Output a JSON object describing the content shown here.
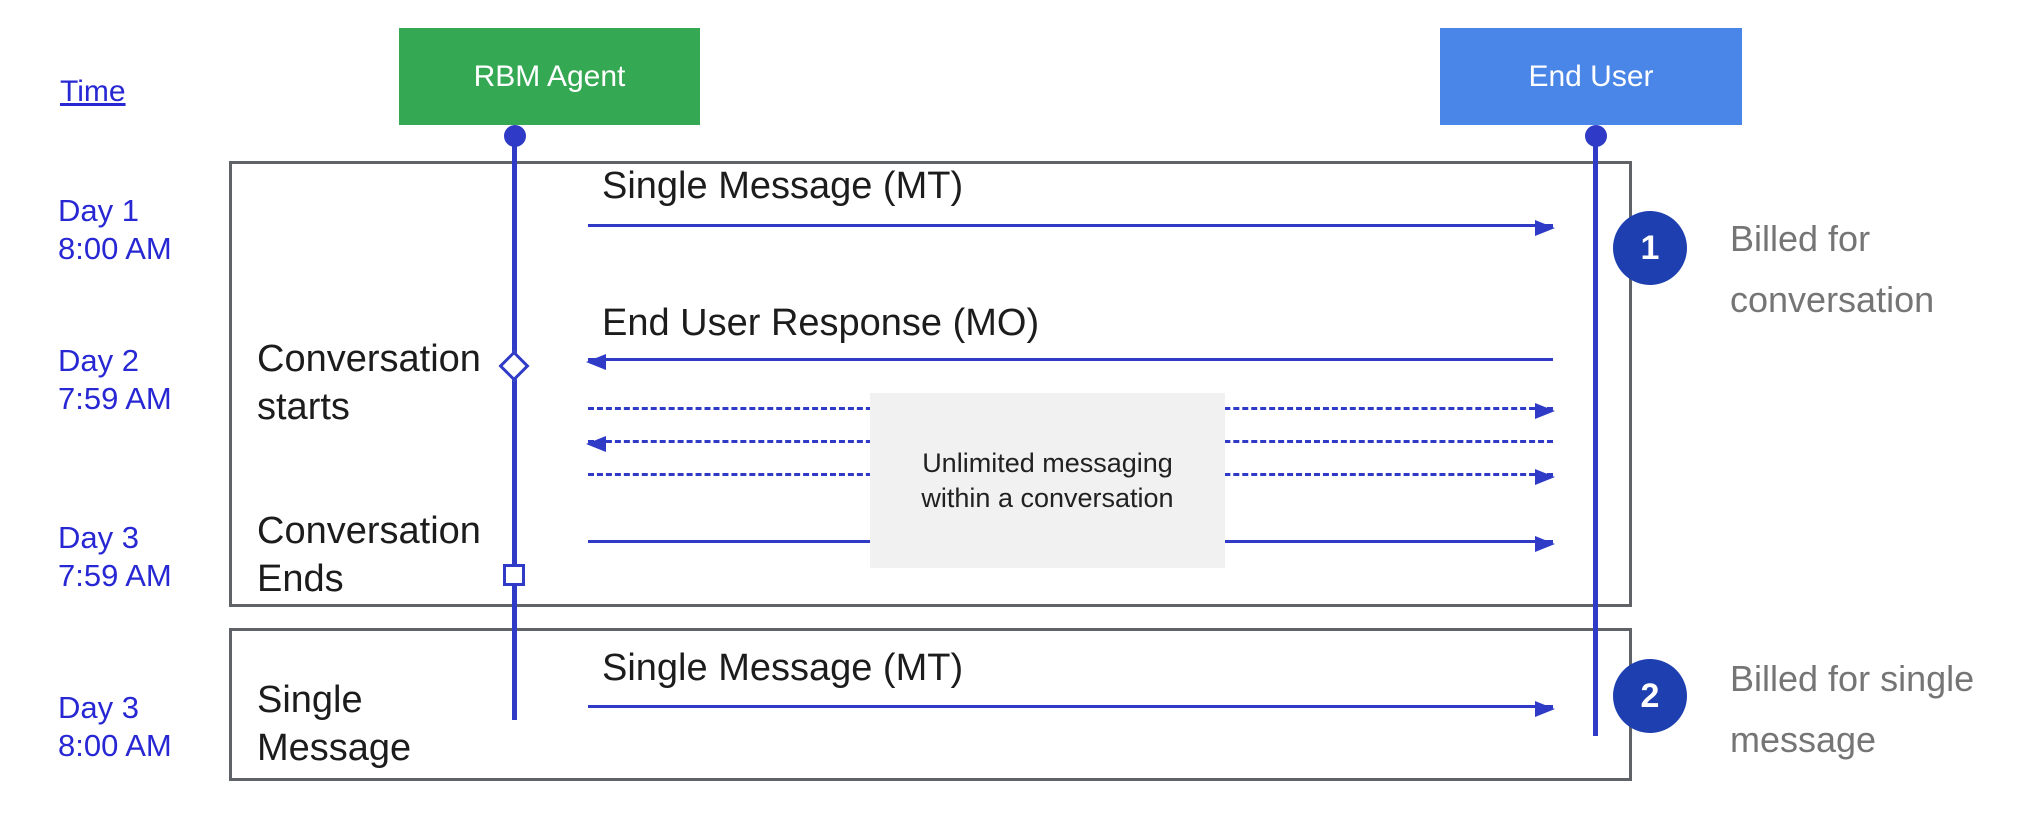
{
  "header": {
    "time_label": "Time",
    "actors": [
      {
        "id": "rbm-agent",
        "label": "RBM Agent",
        "color": "#34A853"
      },
      {
        "id": "end-user",
        "label": "End User",
        "color": "#4A86E8"
      }
    ]
  },
  "timeline": [
    {
      "day": "Day 1",
      "time": "8:00 AM"
    },
    {
      "day": "Day 2",
      "time": "7:59 AM"
    },
    {
      "day": "Day 3",
      "time": "7:59 AM"
    },
    {
      "day": "Day 3",
      "time": "8:00 AM"
    }
  ],
  "section1": {
    "messages": {
      "mt": "Single Message (MT)",
      "mo": "End User Response (MO)"
    },
    "lifeline_events": {
      "start": {
        "line1": "Conversation",
        "line2": "starts"
      },
      "end": {
        "line1": "Conversation",
        "line2": "Ends"
      }
    },
    "note": {
      "line1": "Unlimited messaging",
      "line2": "within a conversation"
    },
    "badge": {
      "number": "1",
      "line1": "Billed for",
      "line2": "conversation"
    }
  },
  "section2": {
    "row_label": {
      "line1": "Single",
      "line2": "Message"
    },
    "message_mt": "Single Message (MT)",
    "badge": {
      "number": "2",
      "line1": "Billed for single",
      "line2": "message"
    }
  },
  "colors": {
    "agent_green": "#34A853",
    "end_user_blue": "#4A86E8",
    "line_blue": "#2F3BC6",
    "label_blue": "#2727D4",
    "badge_blue": "#1E3FAF",
    "border_gray": "#5F6368",
    "note_gray_bg": "#F1F1F1",
    "billed_text_gray": "#757575"
  }
}
